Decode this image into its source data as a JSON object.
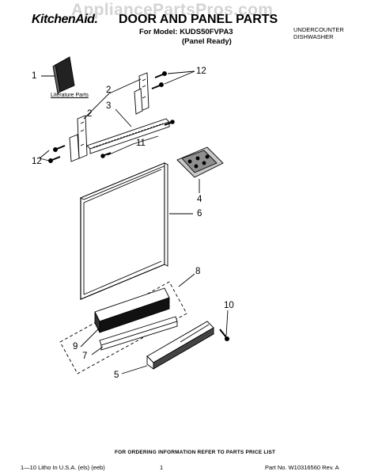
{
  "header": {
    "watermark": "AppliancePartsPros.com",
    "brand": "KitchenAid.",
    "title": "DOOR AND PANEL PARTS",
    "model_line": "For Model: KUDS50FVPA3",
    "panel_ready": "(Panel Ready)",
    "category_line1": "UNDERCOUNTER",
    "category_line2": "DISHWASHER"
  },
  "diagram": {
    "literature_label": "Literature Parts",
    "callouts": [
      "1",
      "2",
      "3",
      "12",
      "2",
      "11",
      "12",
      "4",
      "6",
      "8",
      "10",
      "9",
      "7",
      "5"
    ]
  },
  "footer": {
    "order_note": "FOR ORDERING INFORMATION REFER TO PARTS PRICE LIST",
    "left": "1—10 Litho In U.S.A. (els) (eeb)",
    "page": "1",
    "part_no": "Part No. W10316560 Rev. A"
  }
}
